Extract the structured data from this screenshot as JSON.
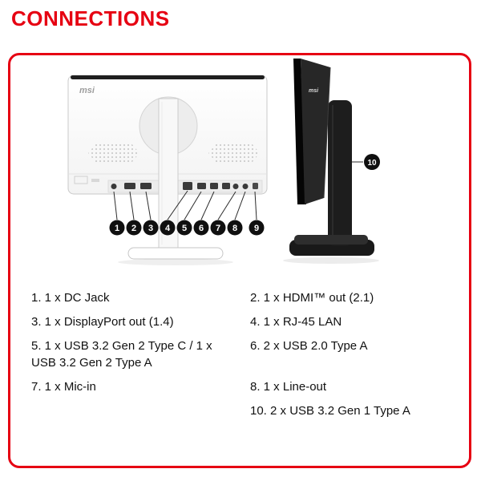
{
  "title": "CONNECTIONS",
  "brand": "msi",
  "callouts": [
    "1",
    "2",
    "3",
    "4",
    "5",
    "6",
    "7",
    "8",
    "9",
    "10"
  ],
  "legend": {
    "rows": [
      [
        "1. 1 x DC Jack",
        "2. 1 x HDMI™ out (2.1)"
      ],
      [
        "3. 1 x DisplayPort out (1.4)",
        "4. 1 x RJ-45 LAN"
      ],
      [
        "5. 1 x USB 3.2 Gen 2 Type C / 1 x USB 3.2 Gen 2 Type A",
        "6. 2 x USB 2.0 Type A"
      ],
      [
        "7. 1 x Mic-in",
        "8. 1 x Line-out"
      ],
      [
        "",
        "10. 2 x USB 3.2 Gen 1 Type A"
      ]
    ]
  },
  "colors": {
    "accent_red": "#e60012",
    "callout_black": "#101010"
  }
}
